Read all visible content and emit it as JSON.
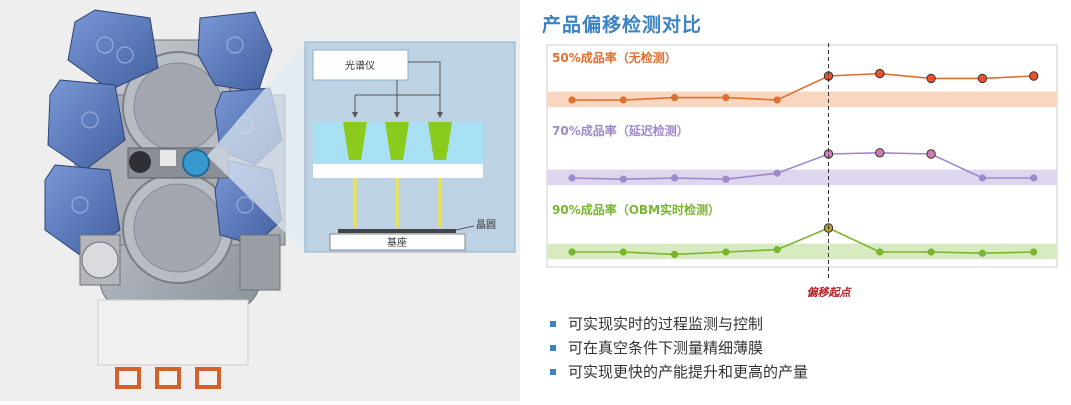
{
  "right": {
    "title": "产品偏移检测对比",
    "bullets": [
      "可实现实时的过程监测与控制",
      "可在真空条件下测量精细薄膜",
      "可实现更快的产能提升和更高的产量"
    ]
  },
  "inset": {
    "spectrometer_label": "光谱仪",
    "wafer_label": "晶圆",
    "substrate_label": "基座"
  },
  "colors": {
    "title_blue": "#3b82c4",
    "series_orange": "#e07030",
    "series_purple": "#9f88cc",
    "series_green": "#7ab530",
    "offset_label": "#b22222",
    "chamber_blue": "#5a7bbf"
  },
  "chart_data": {
    "type": "line",
    "x": [
      1,
      2,
      3,
      4,
      5,
      6,
      7,
      8,
      9,
      10
    ],
    "x_offset_start": 6,
    "offset_label": "偏移起点",
    "series": [
      {
        "name": "50%成品率（无检测）",
        "values": [
          0,
          0,
          0.1,
          0.1,
          0,
          1,
          1.1,
          0.9,
          0.9,
          1
        ],
        "color": "#e07030",
        "band": [
          -0.3,
          0.35
        ]
      },
      {
        "name": "70%成品率（延迟检测）",
        "values": [
          0,
          -0.05,
          0,
          -0.05,
          0.2,
          1,
          1.05,
          1,
          0,
          0
        ],
        "color": "#9f88cc",
        "band": [
          -0.3,
          0.35
        ]
      },
      {
        "name": "90%成品率（OBM实时检测）",
        "values": [
          0,
          0,
          -0.1,
          0,
          0.1,
          1,
          0,
          0,
          -0.05,
          0
        ],
        "color": "#7ab530",
        "band": [
          -0.3,
          0.35
        ]
      }
    ],
    "grid": false
  }
}
